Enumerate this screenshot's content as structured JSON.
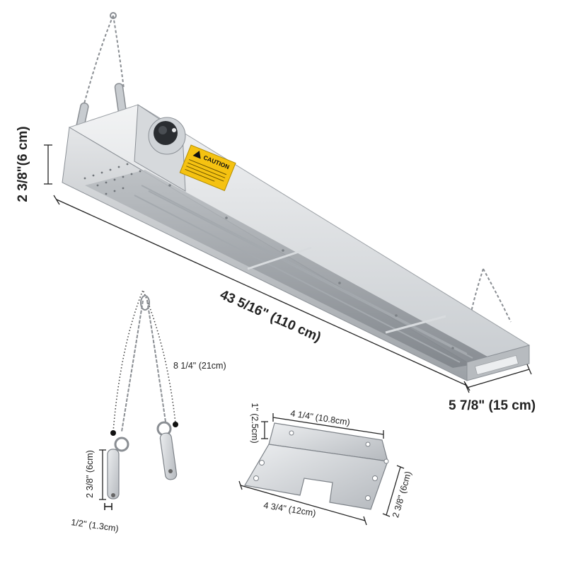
{
  "product": {
    "caution_label": "CAUTION"
  },
  "dimensions": {
    "height": "2 3/8\"(6 cm)",
    "length": "43 5/16\" (110 cm)",
    "depth": "5 7/8\" (15 cm)"
  },
  "chain_detail": {
    "chain_length": "8 1/4\" (21cm)",
    "tab_length": "2 3/8\" (6cm)",
    "tab_width": "1/2\" (1.3cm)"
  },
  "bracket_detail": {
    "top_width": "4 1/4\" (10.8cm)",
    "flange_height": "1\" (2.5cm)",
    "bottom_width": "4 3/4\" (12cm)",
    "side_height": "2 3/8\" (6cm)"
  },
  "colors": {
    "steel_light": "#e6e8ea",
    "steel_mid": "#c2c6ca",
    "steel_dark": "#8b9096",
    "caution_yellow": "#f5c211",
    "knob": "#2a2d31"
  }
}
